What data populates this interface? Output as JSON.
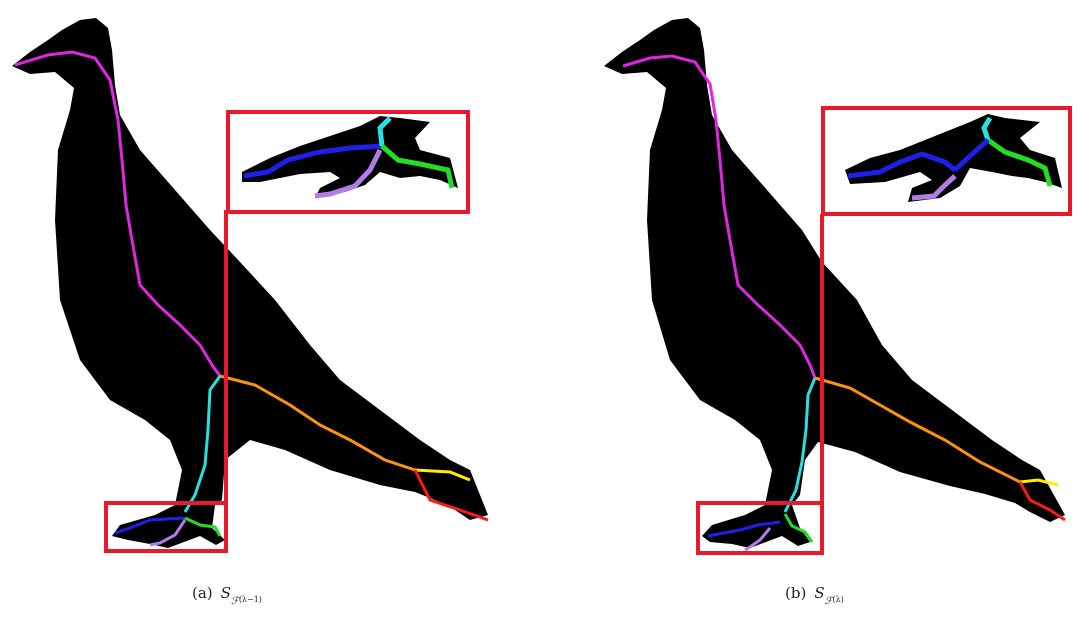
{
  "figure": {
    "panels": [
      {
        "id": "a",
        "caption_label": "(a)",
        "caption_symbol": "S",
        "caption_sub": "ℱ",
        "caption_sup": "(λ−1)"
      },
      {
        "id": "b",
        "caption_label": "(b)",
        "caption_symbol": "S",
        "caption_sub": "ℱ",
        "caption_sup": "(λ)"
      }
    ],
    "colors": {
      "shape": "#000000",
      "highlight_box": "#e8192c",
      "branch_head_neck": "#e026e0",
      "branch_tail": "#ff9500",
      "branch_leg": "#29e0e0",
      "branch_toe_blue": "#1f1fe6",
      "branch_toe_green": "#22dd22",
      "branch_toe_purple": "#b07de6",
      "branch_tail_tip_yellow": "#ffee00",
      "branch_tail_tip_red": "#ff1a1a"
    }
  }
}
